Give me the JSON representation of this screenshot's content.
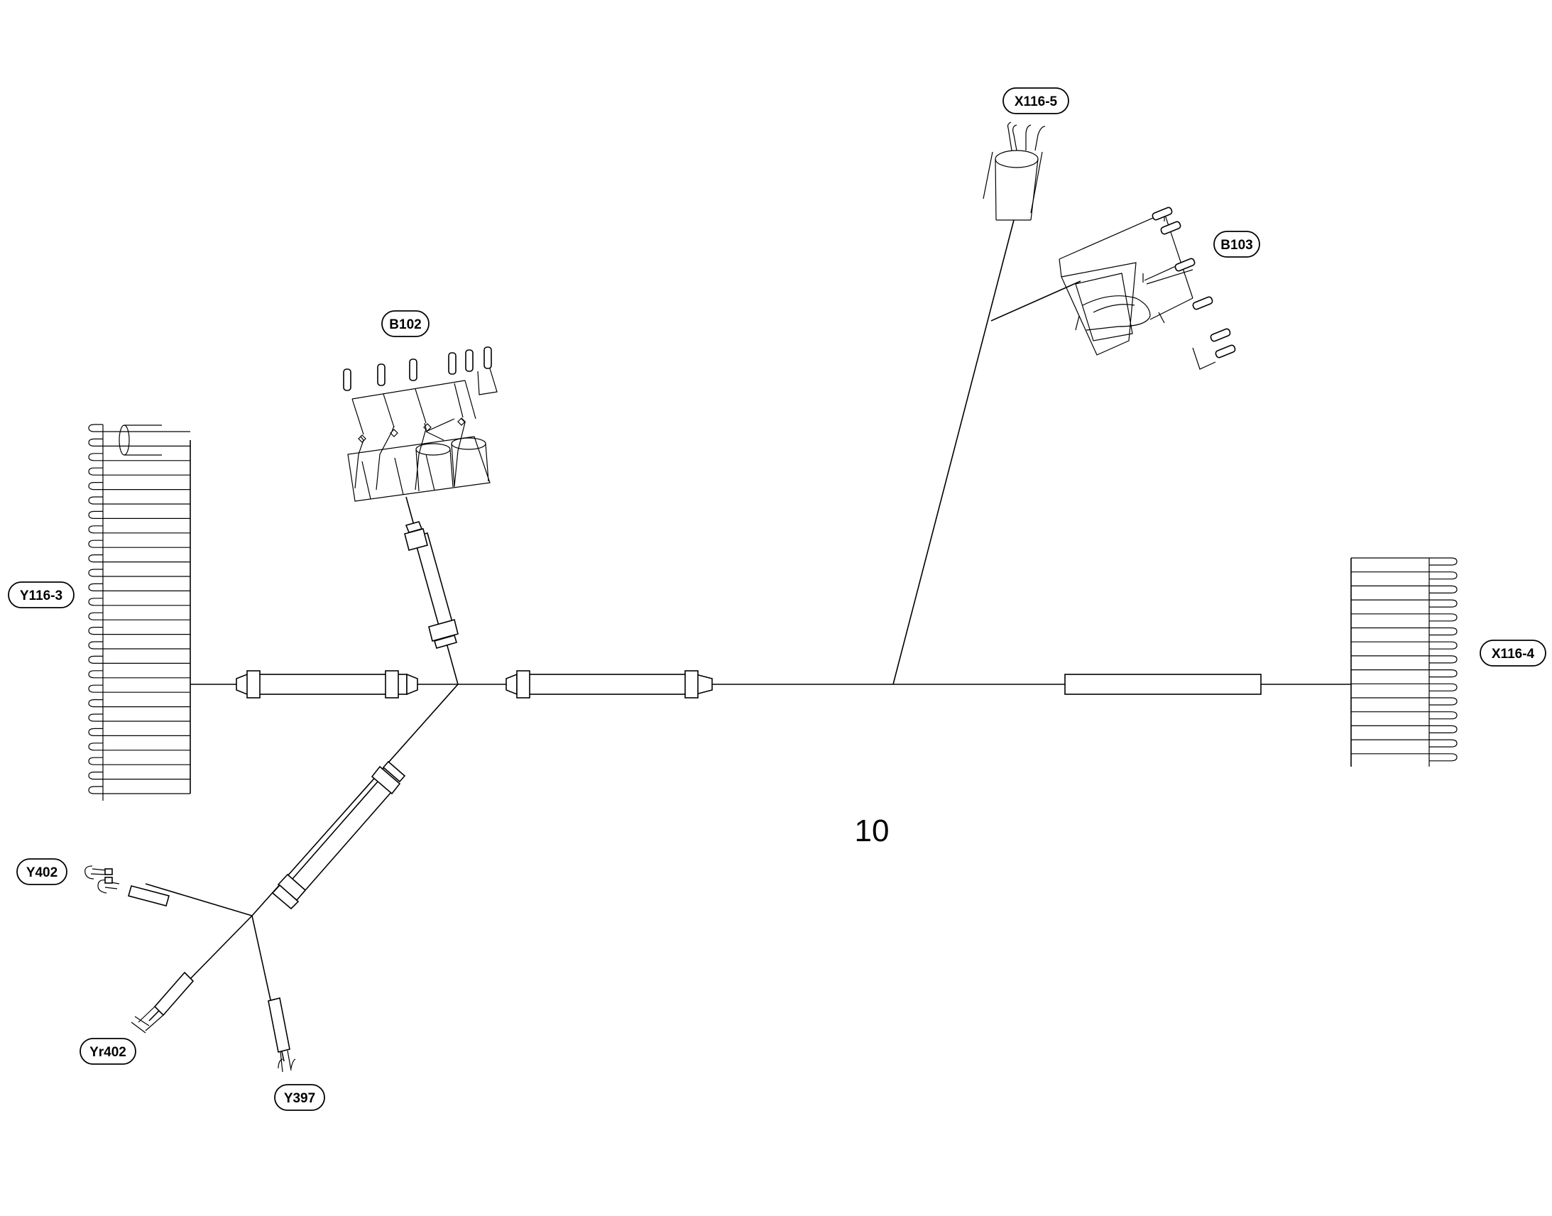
{
  "diagram": {
    "number": "10",
    "connectors": {
      "x116_5": "X116-5",
      "b103": "B103",
      "b102": "B102",
      "y116_3": "Y116-3",
      "x116_4": "X116-4",
      "y402": "Y402",
      "yr402": "Yr402",
      "y397": "Y397"
    }
  },
  "colors": {
    "line": "#000000",
    "background": "#ffffff"
  }
}
